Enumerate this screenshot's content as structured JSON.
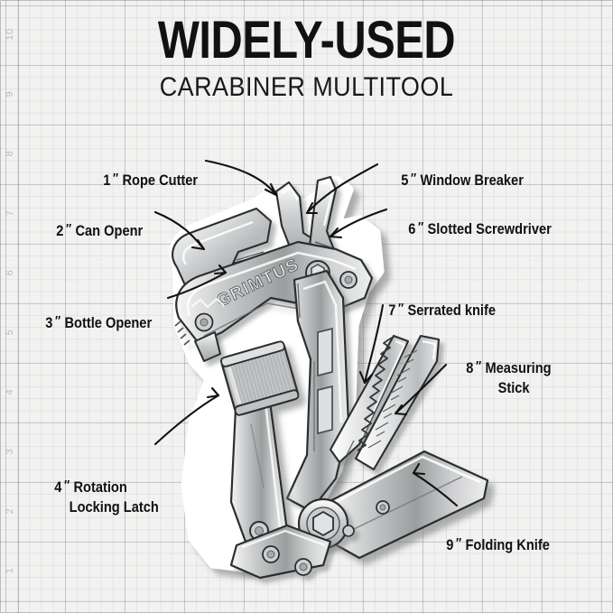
{
  "header": {
    "title": "WIDELY-USED",
    "subtitle": "CARABINER MULTITOOL"
  },
  "brand": {
    "name": "GRIMTUS"
  },
  "ruler": {
    "marks": [
      "10",
      "9",
      "8",
      "7",
      "6",
      "5",
      "4",
      "3",
      "2",
      "1"
    ]
  },
  "separator": "″",
  "features": [
    {
      "num": "1",
      "name": "Rope Cutter",
      "line2": ""
    },
    {
      "num": "2",
      "name": "Can Openr",
      "line2": ""
    },
    {
      "num": "3",
      "name": "Bottle Opener",
      "line2": ""
    },
    {
      "num": "4",
      "name": "Rotation",
      "line2": "Locking Latch"
    },
    {
      "num": "5",
      "name": "Window Breaker",
      "line2": ""
    },
    {
      "num": "6",
      "name": "Slotted Screwdriver",
      "line2": ""
    },
    {
      "num": "7",
      "name": "Serrated knife",
      "line2": ""
    },
    {
      "num": "8",
      "name": "Measuring",
      "line2": "Stick"
    },
    {
      "num": "9",
      "name": "Folding Knife",
      "line2": ""
    }
  ],
  "colors": {
    "ink": "#111111",
    "paper": "#f2f2f1",
    "grid_major": "#787d82",
    "grid_minor": "#969ba0",
    "ruler_text": "#b9bcbe",
    "metal_light": "#fbfbfb",
    "metal_mid": "#c9cacb",
    "metal_dark": "#8d9092",
    "shadow": "#8a8c8e"
  }
}
